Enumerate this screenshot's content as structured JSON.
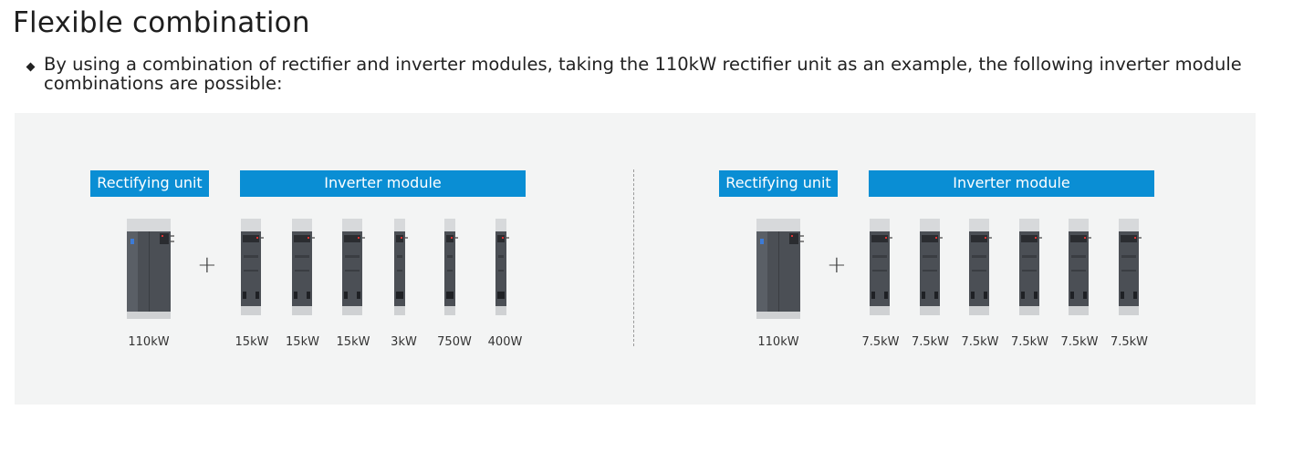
{
  "title": "Flexible combination",
  "description": "By using a combination of rectifier and inverter modules, taking the 110kW rectifier unit as an example, the following inverter module combinations are possible:",
  "plus_sign": "+",
  "combos": [
    {
      "rectifier_header": "Rectifying unit",
      "inverter_header": "Inverter module",
      "rectifier_label": "110kW",
      "inverters": [
        "15kW",
        "15kW",
        "15kW",
        "3kW",
        "750W",
        "400W"
      ]
    },
    {
      "rectifier_header": "Rectifying unit",
      "inverter_header": "Inverter module",
      "rectifier_label": "110kW",
      "inverters": [
        "7.5kW",
        "7.5kW",
        "7.5kW",
        "7.5kW",
        "7.5kW",
        "7.5kW"
      ]
    }
  ],
  "colors": {
    "header_bg": "#0a8ed4",
    "panel_bg": "#f3f4f4",
    "module_body": "#4b4f55"
  }
}
